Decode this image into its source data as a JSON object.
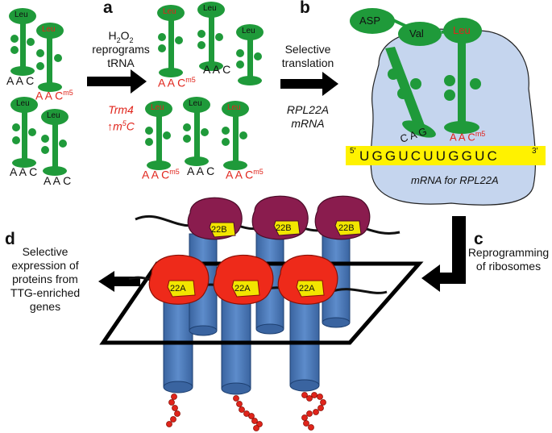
{
  "panels": {
    "a": "a",
    "b": "b",
    "c": "c",
    "d": "d"
  },
  "step_a": {
    "line1_main": "H",
    "line1_sub": "2",
    "line1_mid": "O",
    "line1_sub2": "2",
    "line2": "reprograms",
    "line3": "tRNA",
    "gene": "Trm4",
    "effect_arrow": "↑",
    "effect_m": "m",
    "effect_sup": "5",
    "effect_c": "C"
  },
  "step_b": {
    "line1": "Selective",
    "line2": "translation",
    "gene": "RPL22A",
    "gene2": "mRNA"
  },
  "step_c": {
    "line1": "Reprogramming",
    "line2": "of ribosomes"
  },
  "step_d": {
    "line1": "Selective",
    "line2": "expression of",
    "line3": "proteins from",
    "line4": "TTG-enriched",
    "line5": "genes"
  },
  "trna": {
    "leu": "Leu",
    "anticodon": "A A C",
    "anticodon_mod": "A A C",
    "mod_sup": "m5",
    "anticodon_cag": "C A G"
  },
  "translation_complex": {
    "aa1": "ASP",
    "aa2": "Val",
    "aa3": "Leu",
    "mrna_5p": "5′",
    "mrna_seq": "UGGUCUUGGUC",
    "mrna_3p": "3′",
    "mrna_label": "mRNA for RPL22A"
  },
  "ribosome_labels": {
    "upper": "22B",
    "lower": "22A"
  },
  "colors": {
    "trna_green": "#1f9a3a",
    "modified_red": "#e0241b",
    "cell_blue": "#c5d5ee",
    "mrna_yellow": "#fff200",
    "cylinder_blue": "#4a78b5",
    "ribosome_purple": "#8a1c4e",
    "ribosome_red": "#ee2a1a"
  }
}
